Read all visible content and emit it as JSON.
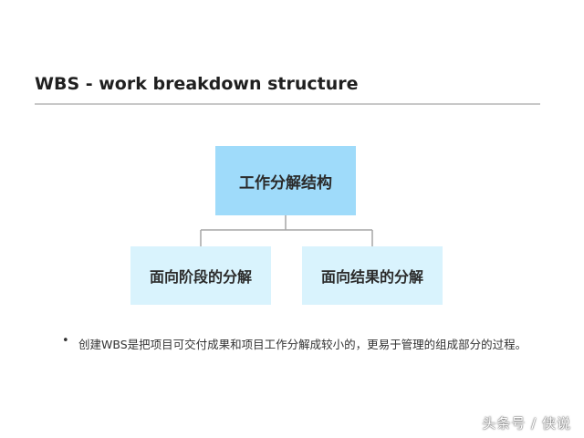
{
  "title": "WBS - work breakdown structure",
  "diagram": {
    "root": "工作分解结构",
    "children": [
      "面向阶段的分解",
      "面向结果的分解"
    ]
  },
  "note": "创建WBS是把项目可交付成果和项目工作分解成较小的，更易于管理的组成部分的过程。",
  "watermark": "头条号 / 侠说",
  "colors": {
    "accent": "#4db8e8",
    "root_fill": "#9fdbfa",
    "child_fill": "#d9f3fd",
    "connector": "#a6a6a6"
  }
}
